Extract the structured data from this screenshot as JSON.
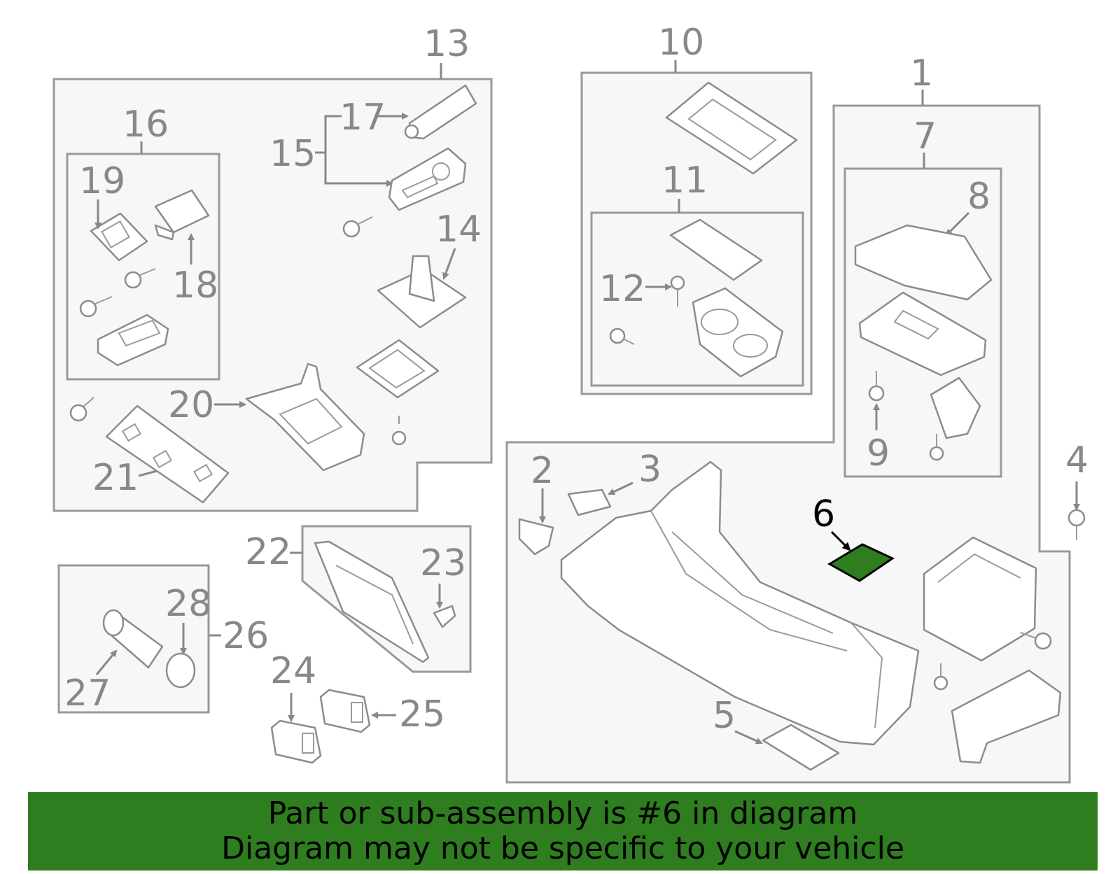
{
  "callouts": {
    "n1": "1",
    "n2": "2",
    "n3": "3",
    "n4": "4",
    "n5": "5",
    "n6": "6",
    "n7": "7",
    "n8": "8",
    "n9": "9",
    "n10": "10",
    "n11": "11",
    "n12": "12",
    "n13": "13",
    "n14": "14",
    "n15": "15",
    "n16": "16",
    "n17": "17",
    "n18": "18",
    "n19": "19",
    "n20": "20",
    "n21": "21",
    "n22": "22",
    "n23": "23",
    "n24": "24",
    "n25": "25",
    "n26": "26",
    "n27": "27",
    "n28": "28"
  },
  "highlight": {
    "part": "6",
    "color": "#2e7d1f"
  },
  "banner": {
    "line1": "Part or sub-assembly is #6 in diagram",
    "line2": "Diagram may not be specific to your vehicle"
  }
}
